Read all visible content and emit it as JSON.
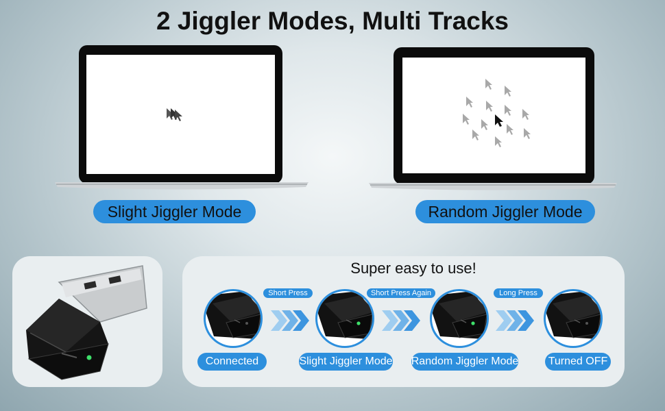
{
  "title": "2 Jiggler Modes, Multi Tracks",
  "laptops": [
    {
      "mode_label": "Slight Jiggler Mode",
      "cursor_style": "clustered-cursor-icons"
    },
    {
      "mode_label": "Random Jiggler Mode",
      "cursor_style": "scattered-cursor-icons"
    }
  ],
  "steps_panel": {
    "heading": "Super easy to use!",
    "steps": [
      {
        "label": "Connected",
        "led": "off"
      },
      {
        "label": "Slight Jiggler Mode",
        "led": "green"
      },
      {
        "label": "Random Jiggler Mode",
        "led": "green"
      },
      {
        "label": "Turned OFF",
        "led": "off"
      }
    ],
    "transitions": [
      "Short Press",
      "Short Press Again",
      "Long Press"
    ]
  },
  "colors": {
    "accent_blue": "#2d8fdd",
    "arrow_blue": "#5aa9e6",
    "led_green": "#3ee06a",
    "device_black": "#151515"
  }
}
